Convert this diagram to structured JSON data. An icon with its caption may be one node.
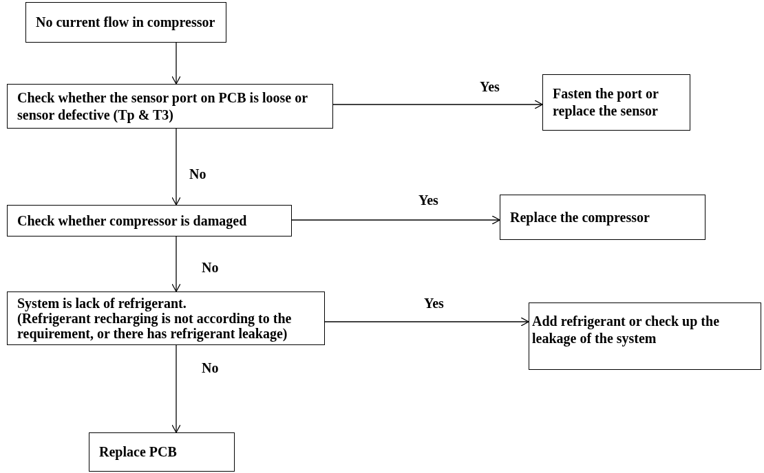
{
  "diagram": {
    "nodes": [
      {
        "text": [
          "No current flow in compressor"
        ]
      },
      {
        "text": [
          "Check whether the sensor port on PCB is loose or sensor defective (Tp & T3)"
        ]
      },
      {
        "text": [
          "Fasten the port or replace the sensor"
        ]
      },
      {
        "text": [
          "Check whether compressor is damaged"
        ]
      },
      {
        "text": [
          "Replace the compressor"
        ]
      },
      {
        "text": [
          "System is lack of refrigerant.",
          "(Refrigerant recharging is not according to the requirement, or there has refrigerant leakage)"
        ]
      },
      {
        "text": [
          "Add refrigerant or check up the leakage of the system"
        ]
      },
      {
        "text": [
          "Replace PCB"
        ]
      }
    ],
    "edges": [
      {
        "from": 0,
        "to": 1,
        "arrow": "to"
      },
      {
        "from": 1,
        "to": 2,
        "arrow": "to",
        "label": "Yes"
      },
      {
        "from": 1,
        "to": 3,
        "arrow": "to",
        "label": "No"
      },
      {
        "from": 3,
        "to": 4,
        "arrow": "to",
        "label": "Yes"
      },
      {
        "from": 3,
        "to": 5,
        "arrow": "to",
        "label": "No"
      },
      {
        "from": 5,
        "to": 6,
        "arrow": "to",
        "label": "Yes"
      },
      {
        "from": 5,
        "to": 7,
        "arrow": "to",
        "label": "No"
      }
    ]
  }
}
